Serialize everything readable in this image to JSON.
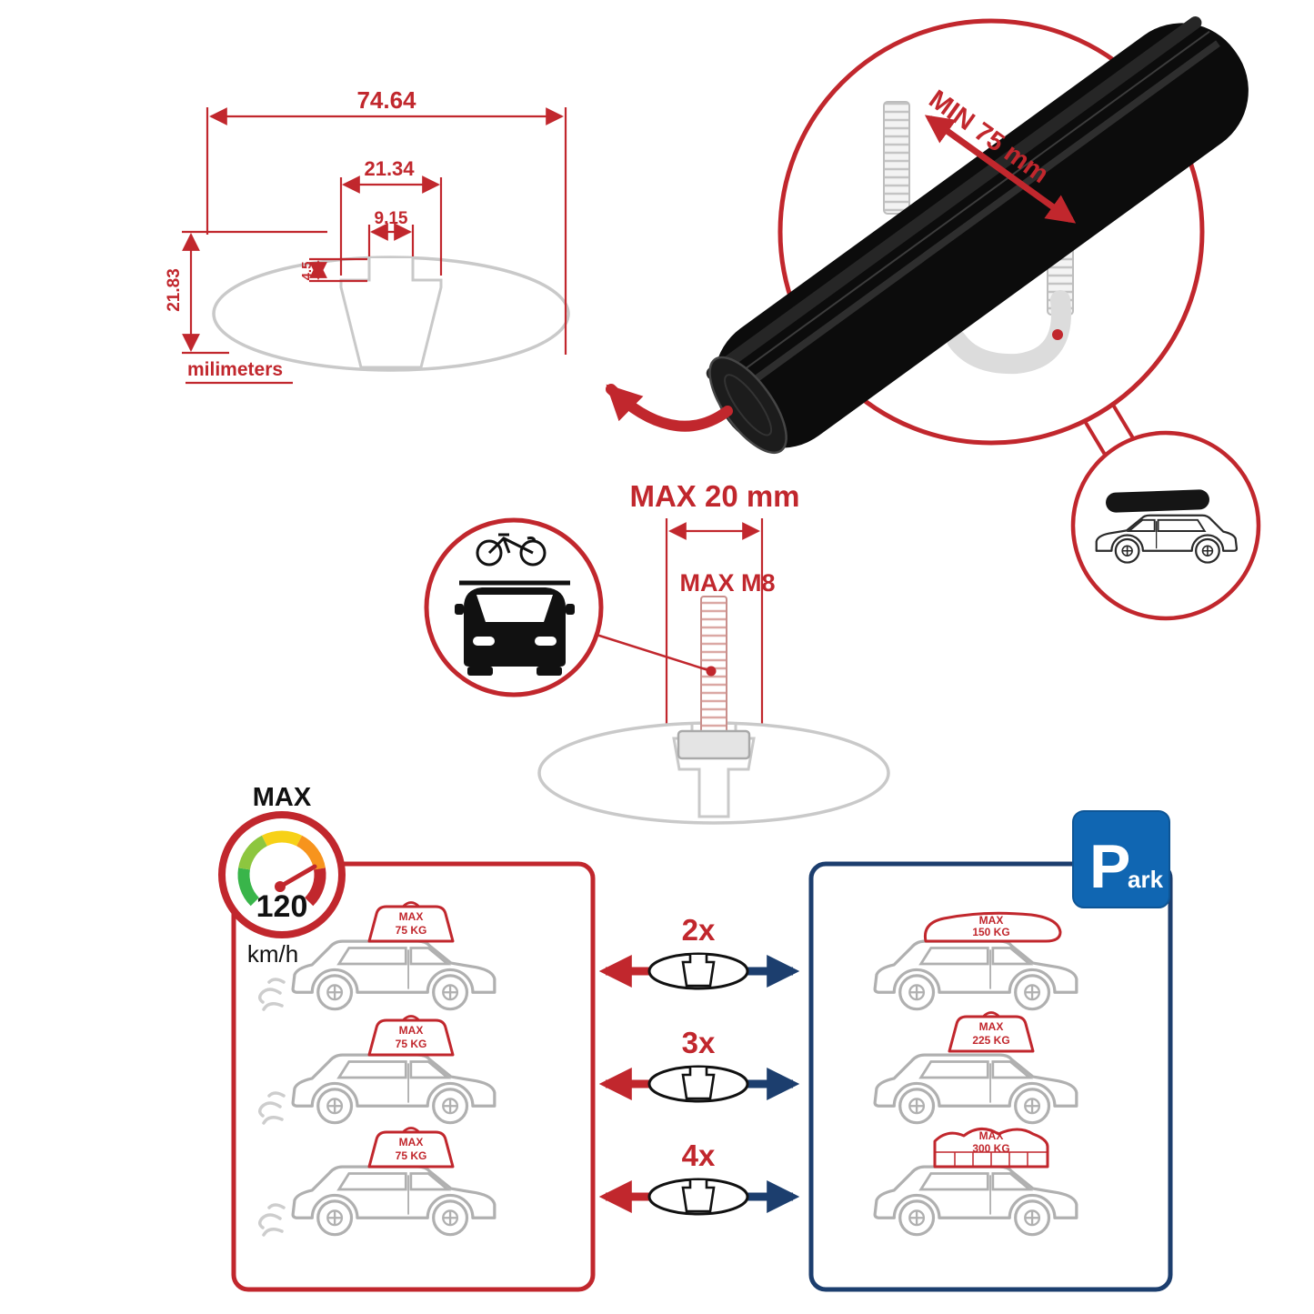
{
  "colors": {
    "accent_red": "#c1272d",
    "accent_blue": "#1c3e6e",
    "park_blue": "#1066b2",
    "profile_gray": "#c9c9c9",
    "bar_black": "#0c0c0c"
  },
  "dims": {
    "total_width": "74.64",
    "chamber_width": "21.34",
    "slot_width": "9.15",
    "slot_depth": "4.5",
    "profile_height": "21.83",
    "units_label": "milimeters"
  },
  "bar": {
    "min_clamp_label": "MIN 75 mm"
  },
  "bolt": {
    "max_length_label": "MAX 20 mm",
    "max_thread_label": "MAX M8"
  },
  "speed": {
    "title": "MAX",
    "value": "120",
    "units": "km/h"
  },
  "rows": [
    {
      "count": "2x",
      "red_load": {
        "l1": "MAX",
        "l2": "75 KG"
      },
      "blue_load": {
        "l1": "MAX",
        "l2": "150 KG"
      }
    },
    {
      "count": "3x",
      "red_load": {
        "l1": "MAX",
        "l2": "75 KG"
      },
      "blue_load": {
        "l1": "MAX",
        "l2": "225 KG"
      }
    },
    {
      "count": "4x",
      "red_load": {
        "l1": "MAX",
        "l2": "75 KG"
      },
      "blue_load": {
        "l1": "MAX",
        "l2": "300 KG"
      }
    }
  ],
  "park_sign": {
    "letter": "P",
    "suffix": "ark"
  }
}
